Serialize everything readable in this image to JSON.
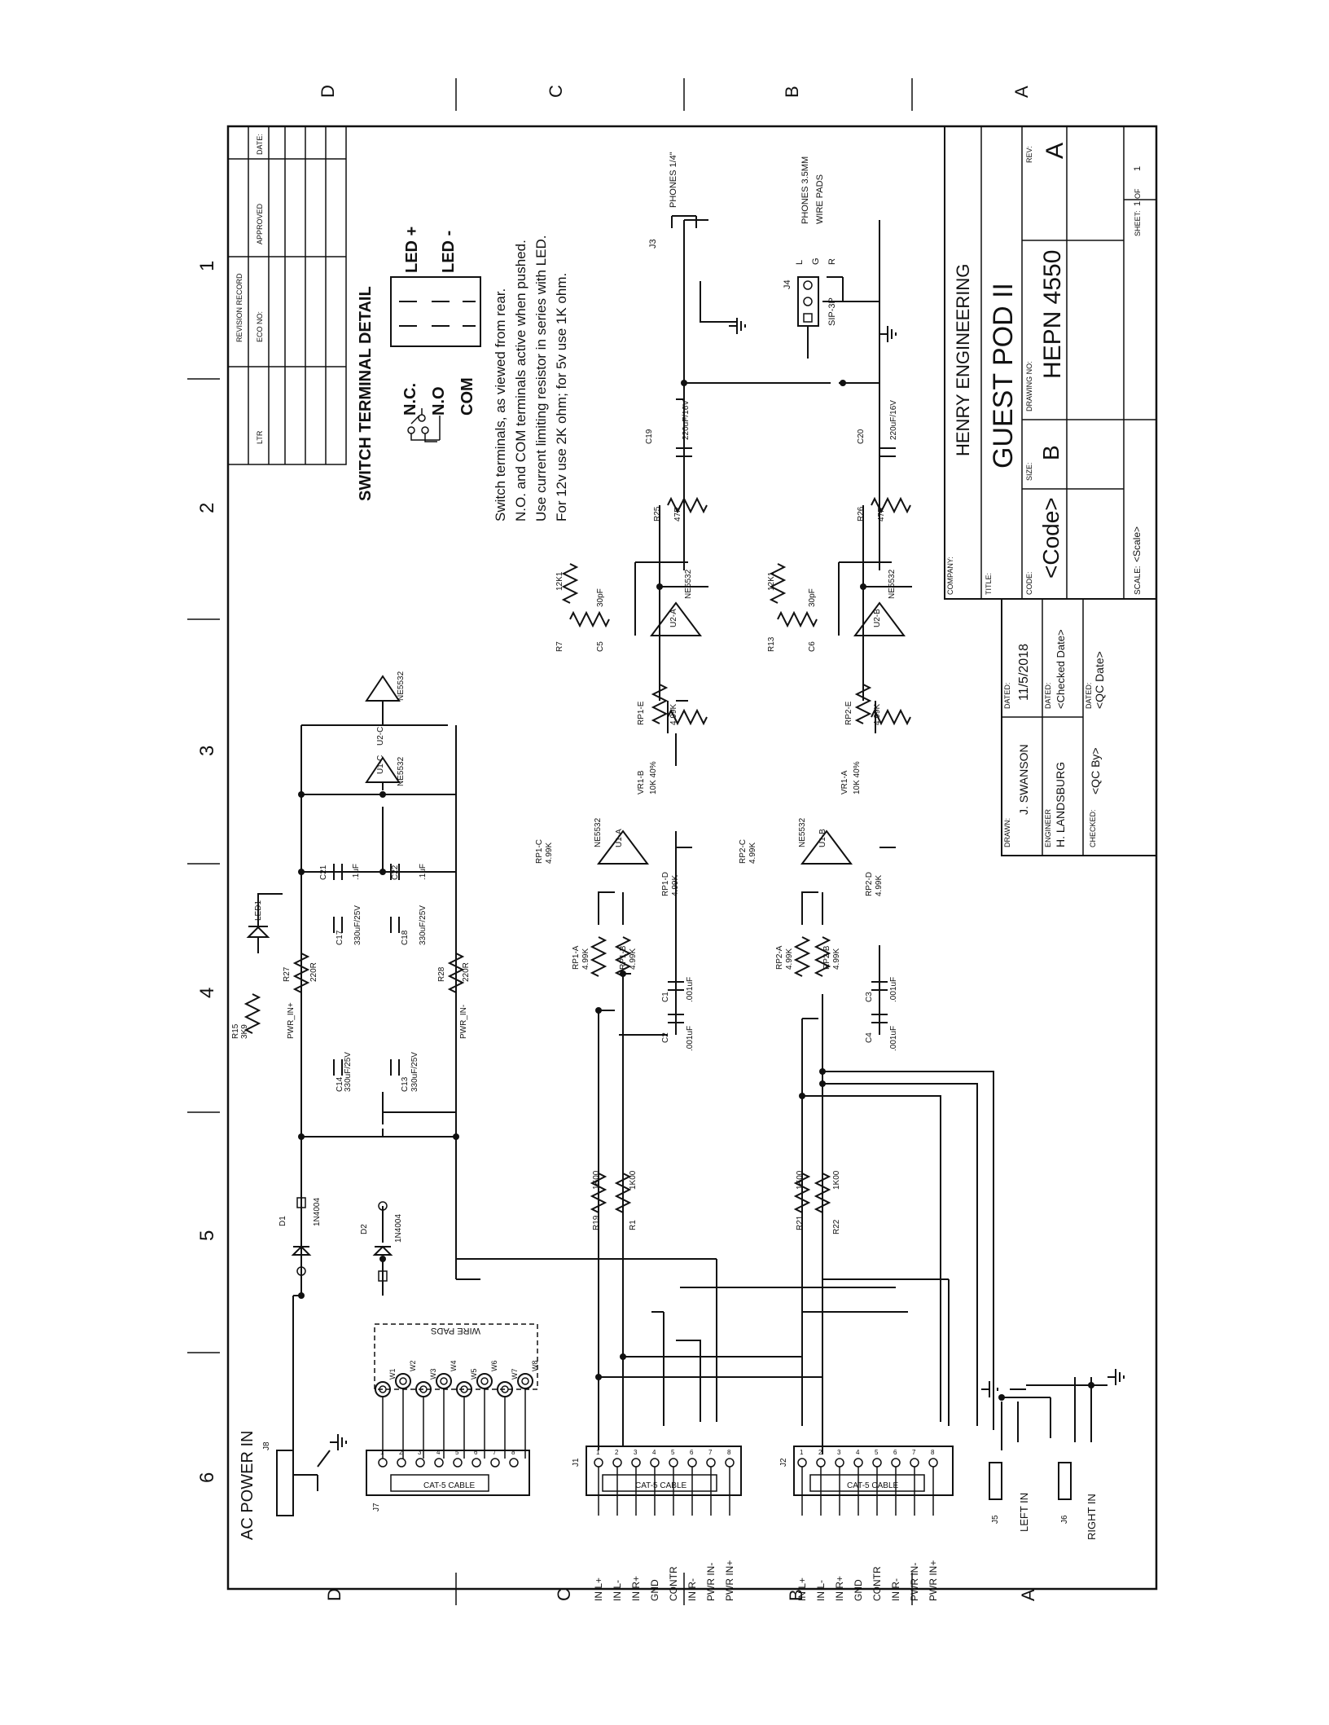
{
  "zone_letters": [
    "D",
    "C",
    "B",
    "A"
  ],
  "zone_numbers": [
    "1",
    "2",
    "3",
    "4",
    "5",
    "6"
  ],
  "revision_block": {
    "title": "REVISION RECORD",
    "cols": [
      "LTR",
      "ECO NO:",
      "APPROVED",
      "DATE:"
    ]
  },
  "switch_detail": {
    "title": "SWITCH TERMINAL DETAIL",
    "nc": "N.C.",
    "no": "N.O",
    "com": "COM",
    "led_plus": "LED +",
    "led_minus": "LED -",
    "notes": [
      "Switch terminals, as viewed from rear.",
      "N.O. and COM terminals active when pushed.",
      "Use current limiting resistor in series with LED.",
      "For 12v use 2K ohm; for 5v use 1K ohm."
    ]
  },
  "title_block": {
    "company_label": "COMPANY:",
    "company": "HENRY ENGINEERING",
    "title_label": "TITLE:",
    "title": "GUEST POD II",
    "code_label": "CODE:",
    "code": "<Code>",
    "size_label": "SIZE:",
    "size": "B",
    "drawing_label": "DRAWING NO:",
    "drawing_no": "HEPN 4550",
    "rev_label": "REV:",
    "rev": "A",
    "scale_label": "SCALE:",
    "scale": "<Scale>",
    "sheet_label": "SHEET:",
    "sheet": "1",
    "of": "OF",
    "sheet_total": "1",
    "drawn_label": "DRAWN:",
    "drawn": "J. SWANSON",
    "dated_label": "DATED:",
    "dated": "11/5/2018",
    "engineer_label": "ENGINEER",
    "engineer": "H. LANDSBURG",
    "checked_date": "<Checked Date>",
    "checked_label": "CHECKED:",
    "qc_by": "<QC By>",
    "qc_date": "<QC Date>"
  },
  "connectors": {
    "ac_power_in": "AC POWER IN",
    "j8": "J8",
    "cat5": "CAT-5  CABLE",
    "wire_pads": "WIRE PADS",
    "j7": "J7",
    "j1": "J1",
    "j2": "J2",
    "j5": "J5",
    "j6": "J6",
    "j3": "J3",
    "j4": "J4",
    "left_in": "LEFT IN",
    "right_in": "RIGHT IN",
    "phones_quarter": "PHONES 1/4\"",
    "phones_35": "PHONES 3.5MM",
    "wire_pads_2": "WIRE PADS",
    "j4_labels": [
      "L",
      "G",
      "R"
    ],
    "j4_part": "SIP-3P",
    "pad_labels": [
      "W1",
      "W2",
      "W3",
      "W4",
      "W5",
      "W6",
      "W7",
      "W8"
    ],
    "pin_names": [
      "IN L+",
      "IN L-",
      "IN R+",
      "GND",
      "CONTR",
      "IN R-",
      "PWR IN-",
      "PWR IN+"
    ],
    "pins": [
      "1",
      "2",
      "3",
      "4",
      "5",
      "6",
      "7",
      "8"
    ],
    "pwr_in_minus": "PWR_IN-",
    "pwr_in_plus": "PWR_IN+"
  },
  "components": {
    "power": [
      {
        "ref": "D1",
        "value": "1N4004"
      },
      {
        "ref": "D2",
        "value": "1N4004"
      },
      {
        "ref": "C14",
        "value": "330uF/25V"
      },
      {
        "ref": "C13",
        "value": "330uF/25V"
      },
      {
        "ref": "C17",
        "value": "330uF/25V"
      },
      {
        "ref": "C18",
        "value": "330uF/25V"
      },
      {
        "ref": "C21",
        "value": ".1uF"
      },
      {
        "ref": "C22",
        "value": ".1uF"
      },
      {
        "ref": "R27",
        "value": "220R"
      },
      {
        "ref": "R28",
        "value": "220R"
      },
      {
        "ref": "R15",
        "value": "3K9"
      },
      {
        "ref": "LED1",
        "value": ""
      },
      {
        "ref": "U1-C",
        "value": "NE5532"
      },
      {
        "ref": "U2-C",
        "value": "NE5532"
      }
    ],
    "ch1": {
      "r_in_1": {
        "ref": "R19",
        "value": "1K00"
      },
      "r_in_2": {
        "ref": "R1",
        "value": "1K00"
      },
      "c_a": {
        "ref": "C1",
        "value": ".001uF"
      },
      "c_b": {
        "ref": "C2",
        "value": ".001uF"
      },
      "rp_a": {
        "ref": "RP1-A",
        "value": "4.99K"
      },
      "rp_b": {
        "ref": "RP1-B",
        "value": "4.99K"
      },
      "rp_c": {
        "ref": "RP1-C",
        "value": "4.99K"
      },
      "rp_d": {
        "ref": "RP1-D",
        "value": "4.99K"
      },
      "rp_e": {
        "ref": "RP1-E",
        "value": "4.99K"
      },
      "opamp_1": {
        "ref": "U1-A",
        "value": "NE5532"
      },
      "vr": {
        "ref": "VR1-B",
        "value": "10K 40%"
      },
      "rf": {
        "ref": "R7",
        "value": "12K1"
      },
      "cf": {
        "ref": "C5",
        "value": "30pF"
      },
      "opamp_2": {
        "ref": "U2-A",
        "value": "NE5532"
      },
      "r_out": {
        "ref": "R25",
        "value": "47R"
      },
      "c_out": {
        "ref": "C19",
        "value": "220uF/16V"
      }
    },
    "ch2": {
      "r_in_1": {
        "ref": "R21",
        "value": "1K00"
      },
      "r_in_2": {
        "ref": "R22",
        "value": "1K00"
      },
      "c_a": {
        "ref": "C3",
        "value": ".001uF"
      },
      "c_b": {
        "ref": "C4",
        "value": ".001uF"
      },
      "rp_a": {
        "ref": "RP2-A",
        "value": "4.99K"
      },
      "rp_b": {
        "ref": "RP2-B",
        "value": "4.99K"
      },
      "rp_c": {
        "ref": "RP2-C",
        "value": "4.99K"
      },
      "rp_d": {
        "ref": "RP2-D",
        "value": "4.99K"
      },
      "rp_e": {
        "ref": "RP2-E",
        "value": "4.99K"
      },
      "opamp_1": {
        "ref": "U1-B",
        "value": "NE5532"
      },
      "vr": {
        "ref": "VR1-A",
        "value": "10K 40%"
      },
      "rf": {
        "ref": "R13",
        "value": "12K1"
      },
      "cf": {
        "ref": "C6",
        "value": "30pF"
      },
      "opamp_2": {
        "ref": "U2-B",
        "value": "NE5532"
      },
      "r_out": {
        "ref": "R26",
        "value": "47R"
      },
      "c_out": {
        "ref": "C20",
        "value": "220uF/16V"
      }
    }
  }
}
